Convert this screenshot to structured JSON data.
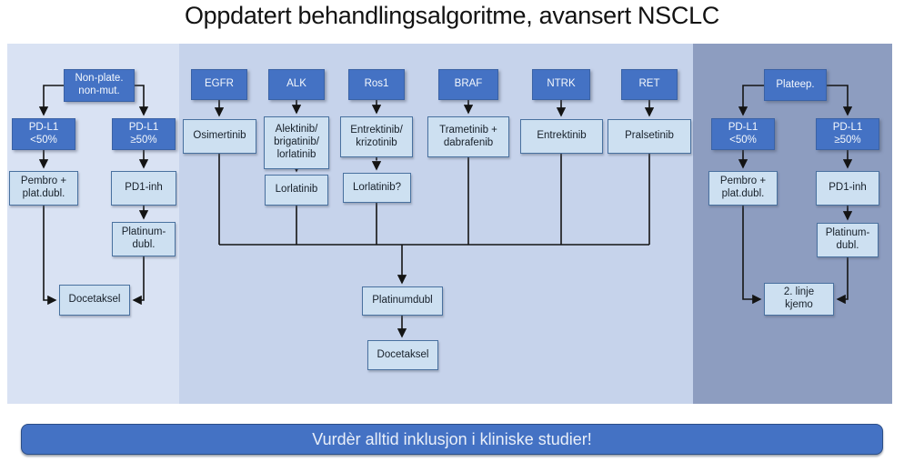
{
  "title": "Oppdatert behandlingsalgoritme, avansert NSCLC",
  "banner": {
    "text": "Vurdèr alltid inklusjon i kliniske studier!"
  },
  "colors": {
    "dark_box": "#4472c4",
    "light_box": "#cde0f1",
    "panel_left_bg": "#d9e2f3",
    "panel_middle_bg": "#c6d3eb",
    "panel_right_bg": "#8d9dc0",
    "banner_bg": "#4472c4",
    "connector": "#141414"
  },
  "left_panel": {
    "root": "Non-plate.\nnon-mut.",
    "pdl1_low": "PD-L1\n<50%",
    "pdl1_high": "PD-L1\n≥50%",
    "pembro": "Pembro +\nplat.dubl.",
    "pd1_inh": "PD1-inh",
    "platinum_dubl": "Platinum-\ndubl.",
    "docetaksel": "Docetaksel"
  },
  "middle_panel": {
    "columns": [
      {
        "gene": "EGFR",
        "drug": "Osimertinib"
      },
      {
        "gene": "ALK",
        "drug": "Alektinib/\nbrigatinib/\nlorlatinib",
        "second_line": "Lorlatinib"
      },
      {
        "gene": "Ros1",
        "drug": "Entrektinib/\nkrizotinib",
        "second_line": "Lorlatinib?"
      },
      {
        "gene": "BRAF",
        "drug": "Trametinib +\ndabrafenib"
      },
      {
        "gene": "NTRK",
        "drug": "Entrektinib"
      },
      {
        "gene": "RET",
        "drug": "Pralsetinib"
      }
    ],
    "platinum_dubl": "Platinumdubl",
    "docetaksel": "Docetaksel"
  },
  "right_panel": {
    "root": "Plateep.",
    "pdl1_low": "PD-L1\n<50%",
    "pdl1_high": "PD-L1\n≥50%",
    "pembro": "Pembro +\nplat.dubl.",
    "pd1_inh": "PD1-inh",
    "platinum_dubl": "Platinum-\ndubl.",
    "second_line_chemo": "2. linje\nkjemo"
  }
}
